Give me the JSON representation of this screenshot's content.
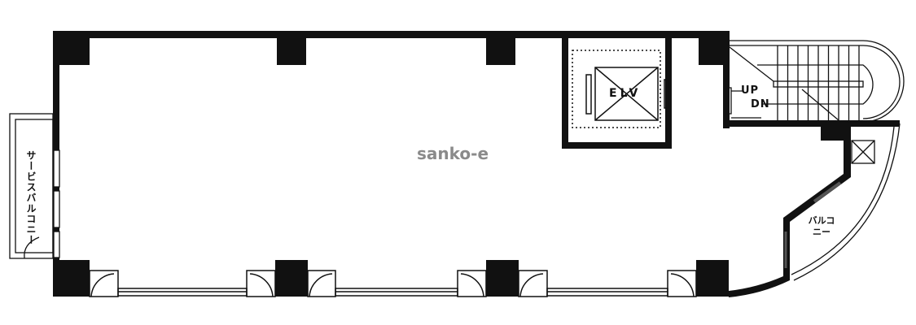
{
  "labels": {
    "elevator": "ELV",
    "stair_up": "UP",
    "stair_down": "DN",
    "service_balcony": "サービスバルコニー",
    "balcony": "バルコニー"
  },
  "watermark": "sanko-e",
  "colors": {
    "wall": "#111111",
    "watermark": "#8a8a8a"
  }
}
